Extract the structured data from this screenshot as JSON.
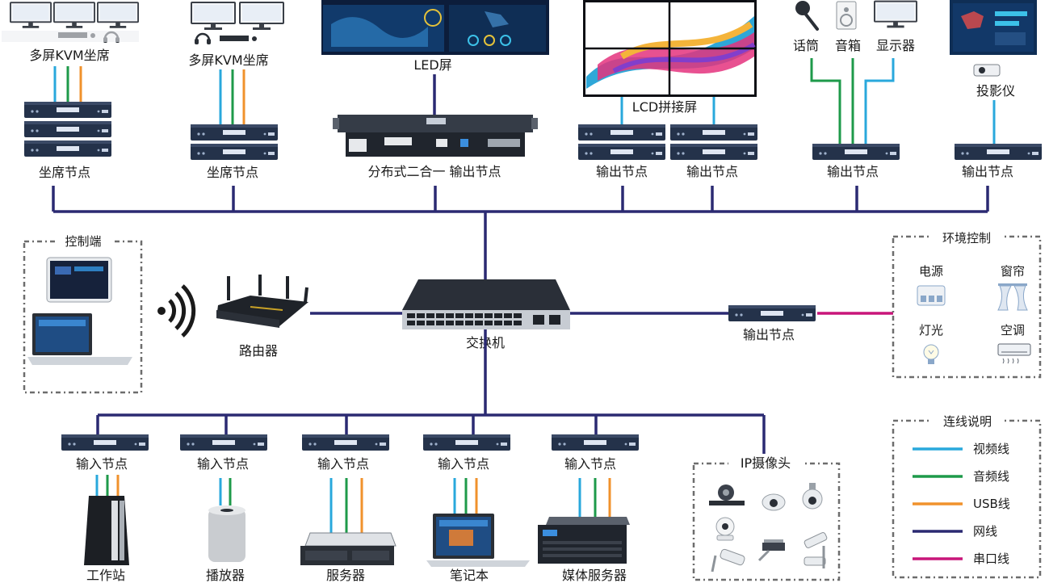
{
  "colors": {
    "video": "#29a8dc",
    "audio": "#1e9a4a",
    "usb": "#f0922c",
    "network": "#2b2a72",
    "serial": "#c8167a",
    "node_body": "#24324a",
    "node_panel": "#dfe6f2",
    "box_border": "#6d6d6d"
  },
  "top": {
    "kvm1": {
      "label": "多屏KVM坐席",
      "node_label": "坐席节点"
    },
    "kvm2": {
      "label": "多屏KVM坐席",
      "node_label": "坐席节点"
    },
    "led": {
      "label": "LED屏",
      "node_label": "分布式二合一 输出节点"
    },
    "lcd": {
      "label": "LCD拼接屏",
      "node_label_1": "输出节点",
      "node_label_2": "输出节点"
    },
    "av": {
      "mic": "话筒",
      "speaker": "音箱",
      "monitor": "显示器",
      "node_label": "输出节点"
    },
    "projector": {
      "label": "投影仪",
      "node_label": "输出节点"
    }
  },
  "middle": {
    "control_box_title": "控制端",
    "router": "路由器",
    "switch": "交换机",
    "env_node": "输出节点",
    "env_box_title": "环境控制",
    "env_items": [
      "电源",
      "窗帘",
      "灯光",
      "空调"
    ]
  },
  "bottom": {
    "node_label": "输入节点",
    "devices": [
      "工作站",
      "播放器",
      "服务器",
      "笔记本",
      "媒体服务器"
    ],
    "camera_box_title": "IP摄像头"
  },
  "legend": {
    "title": "连线说明",
    "items": [
      {
        "label": "视频线",
        "color": "#29a8dc"
      },
      {
        "label": "音频线",
        "color": "#1e9a4a"
      },
      {
        "label": "USB线",
        "color": "#f0922c"
      },
      {
        "label": "网线",
        "color": "#2b2a72"
      },
      {
        "label": "串口线",
        "color": "#c8167a"
      }
    ]
  }
}
